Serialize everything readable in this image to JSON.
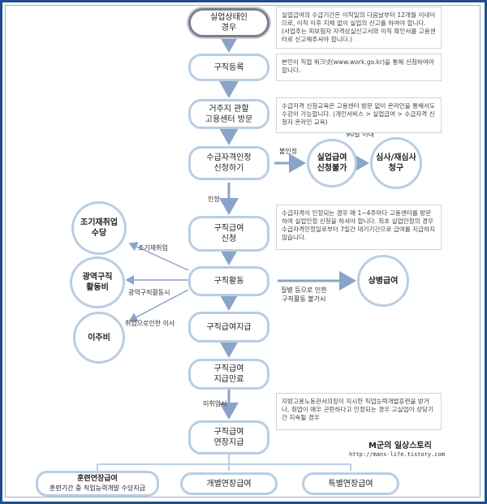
{
  "flow": {
    "start": "실업상태인\n경우",
    "register": "구직등록",
    "visit": "거주지 관할\n고용센터 방문",
    "apply": "수급자격인정\n신청하기",
    "benefit_app": "구직급여\n신청",
    "activity": "구직활동",
    "pay": "구직급여지급",
    "end_pay": "구직급여\n지급만료",
    "extend": "구직급여\n연장지급"
  },
  "side": {
    "not_eligible": "실업급여\n신청불가",
    "appeal": "심사/재심사\n청구",
    "early_job": "조기재취업\n수당",
    "wide_area": "광역구직\n활동비",
    "moving": "이주비",
    "sick": "상병급여"
  },
  "bottom": {
    "training_title": "훈련연장급여",
    "training_sub": "훈련기간 중 직업능력개발 수당지급",
    "dev": "개별연장급여",
    "special": "특별연장급여"
  },
  "labels": {
    "not_recognized": "불인정",
    "within_90": "90일 이내",
    "recognized": "인정",
    "early_job": "조기재취업",
    "wide_area": "광역구직활동시",
    "moving": "취업으로인한 이사",
    "sick": "질병 등으로 인한\n구직활동 불가시",
    "no_job": "미취업시"
  },
  "notes": {
    "n1": "실업급여의 수급기간은 이직일의 다음날부터 12개월 이내이므로, 이직 이후 지체 없이 실업의 신고를 하여야 합니다. (사업주는 피보험자 자격상실신고서와 이직 확인서를 고용센터로 신고해주셔야 합니다.)",
    "n2": "본인이 직접 워크넷(www.work.go.kr)을 통해 신청하여야 합니다.",
    "n3": "수급자격 신청교육은 고용센터 방문 없이 온라인을 통해서도 수강이 가능합니다. (개인서비스 > 실업급여 > 수급자격 신청자 온라인 교육)",
    "n4": "수급자격이 인정되는 경우 매 1~4주마다 고용센터를 방문하여 실업인정 신청을 하셔야 합니다. 최초 실업인정의 경우 수급자격인정일로부터 7일간 대기기간으로 급여를 지급하지 않습니다.",
    "n5": "지방고용노동관서의장이 지시한 직업능력개발훈련을 받거나, 취업이 매우 곤란하다고 인정되는 경우 고실업이 상당기간 지속될 경우"
  },
  "brand": {
    "name": "M군의 일상스토리",
    "url": "http://mans-life.tistory.com"
  }
}
